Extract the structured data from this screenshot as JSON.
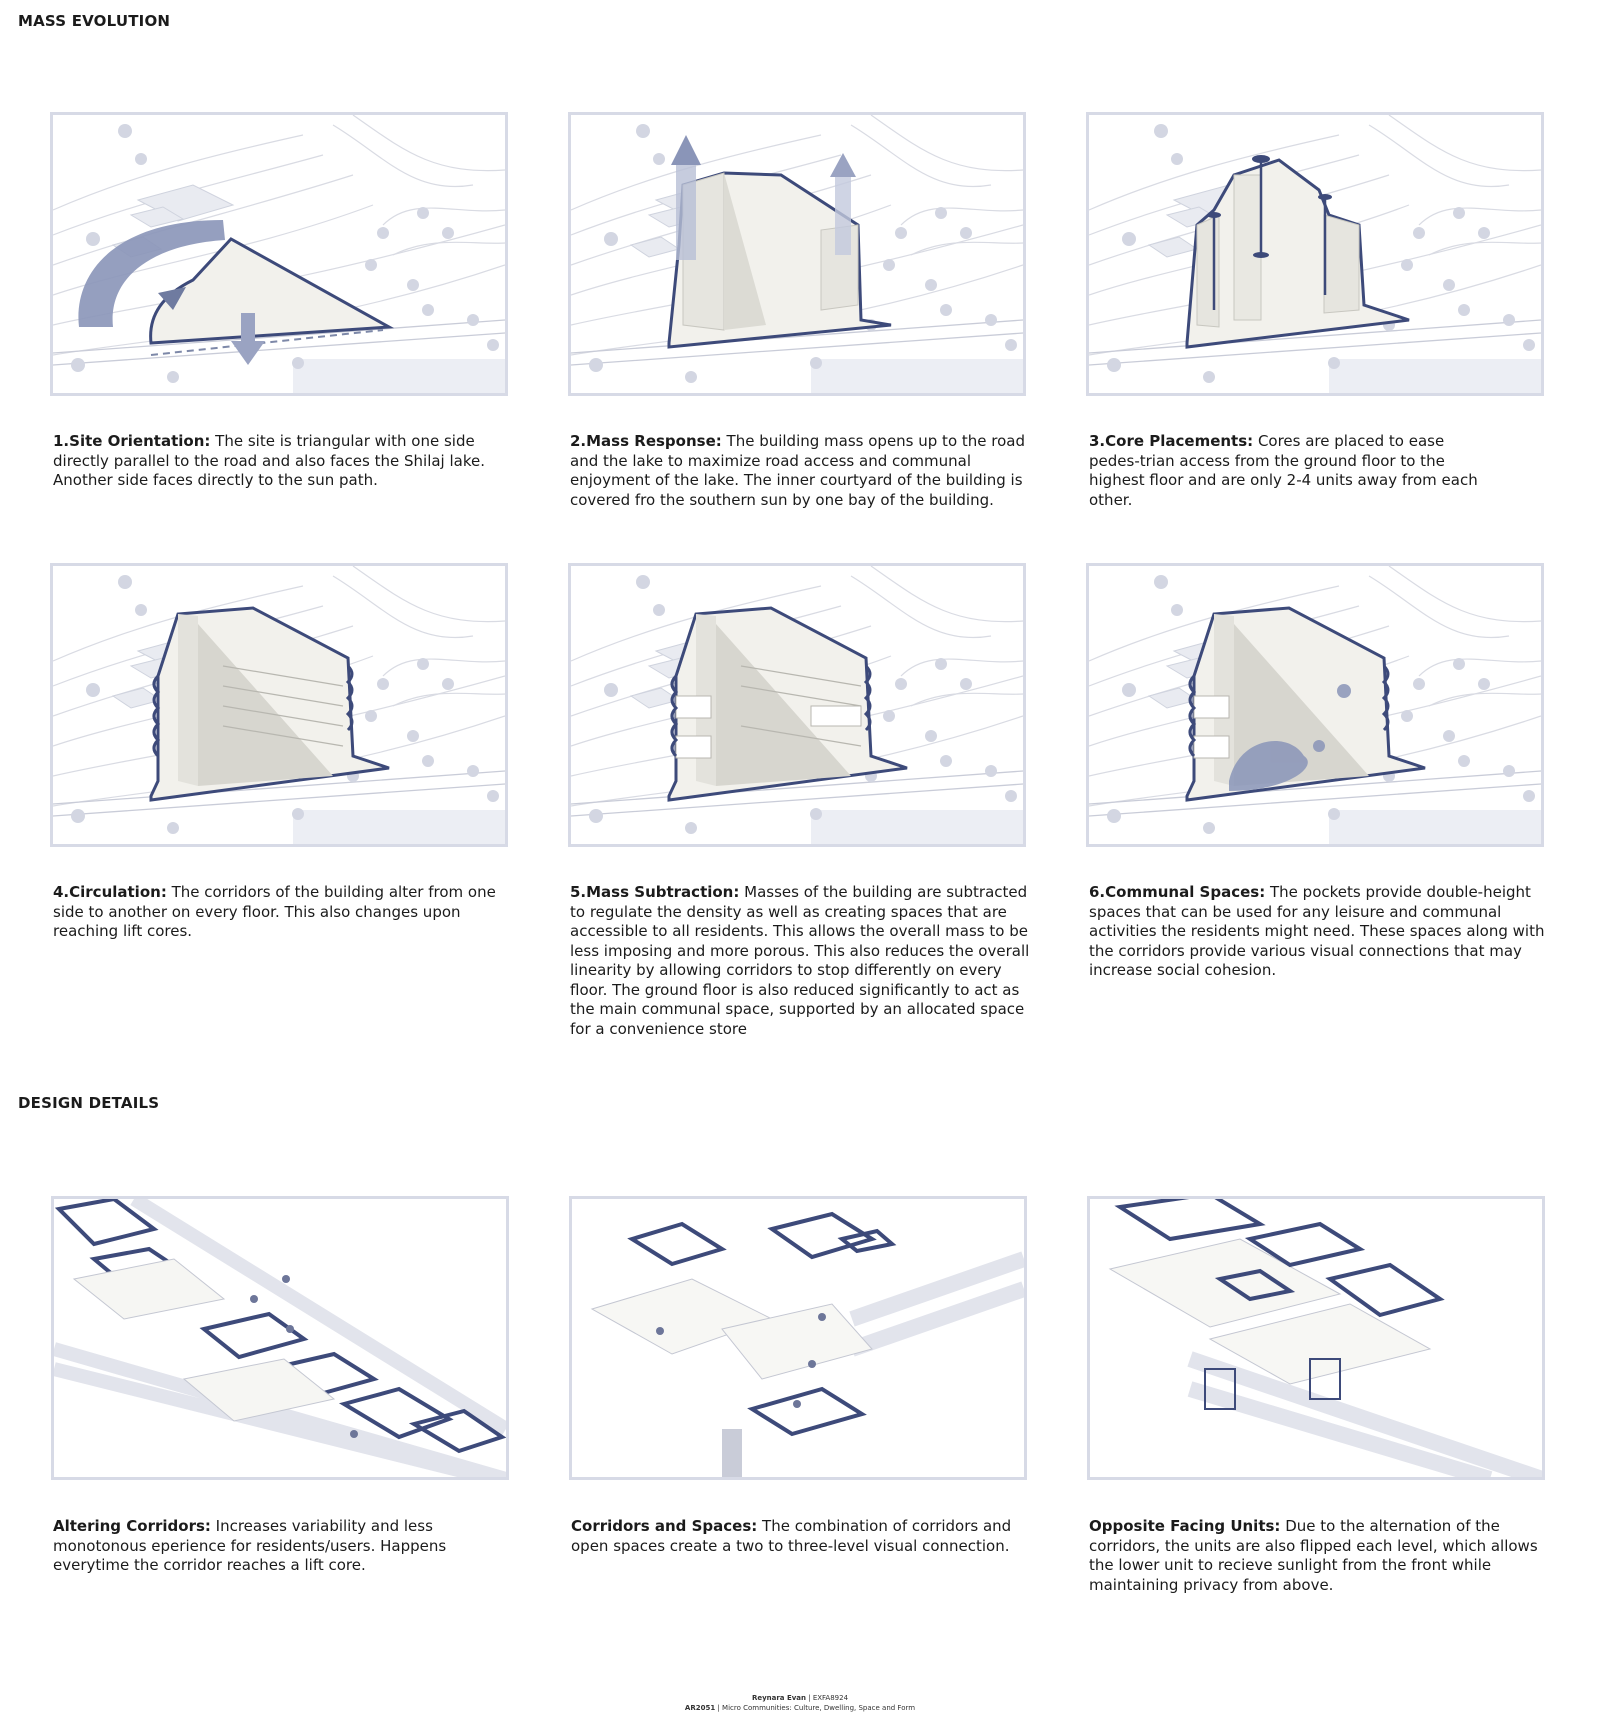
{
  "headings": {
    "mass_evolution": "MASS EVOLUTION",
    "design_details": "DESIGN DETAILS"
  },
  "mass_panels": [
    {
      "title": "1.Site Orientation:",
      "text": "The site is triangular with one side directly parallel to the road and also faces the Shilaj lake. Another side faces directly to the sun path."
    },
    {
      "title": "2.Mass Response:",
      "text": "The building mass opens up to the road and the lake to maximize road access and communal enjoyment of the lake. The inner courtyard of the building is covered fro the southern sun by one bay of the building."
    },
    {
      "title": "3.Core Placements:",
      "text": "Cores are placed to ease pedes-trian access from the ground floor to the highest floor and are only 2-4 units away from each other."
    },
    {
      "title": "4.Circulation:",
      "text": "The corridors of the building alter from one side to another on every floor. This also changes upon reaching lift cores."
    },
    {
      "title": "5.Mass Subtraction:",
      "text": "Masses of the building are subtracted to regulate the density as well as creating spaces that are accessible to all residents. This allows the overall mass to be less imposing and more porous. This also reduces the overall linearity by allowing corridors to stop differently on every floor. The ground floor is also reduced significantly to act as the main communal space, supported by an allocated space for a convenience store"
    },
    {
      "title": "6.Communal Spaces:",
      "text": "The pockets provide double-height spaces that can be used for any leisure and communal activities the residents might need. These spaces along with the corridors provide various visual connections that may increase social cohesion."
    }
  ],
  "detail_panels": [
    {
      "title": "Altering Corridors:",
      "text": "Increases variability and less monotonous eperience for residents/users. Happens everytime the corridor reaches a lift core."
    },
    {
      "title": "Corridors and Spaces:",
      "text": "The combination of corridors and open spaces create a two to three-level visual connection."
    },
    {
      "title": "Opposite Facing Units:",
      "text": "Due to the alternation of the corridors, the units are also flipped each level, which allows the lower unit to recieve sunlight from the front while maintaining privacy from above."
    }
  ],
  "footer": {
    "author": "Reynara Evan",
    "student_id": "EXFA8924",
    "course_code": "AR2051",
    "course_name": "Micro Communities: Culture, Dwelling, Space and Form"
  },
  "colors": {
    "accent": "#3d4a7a",
    "panel_border": "#d7dae6",
    "mass_fill": "#f0efea"
  }
}
